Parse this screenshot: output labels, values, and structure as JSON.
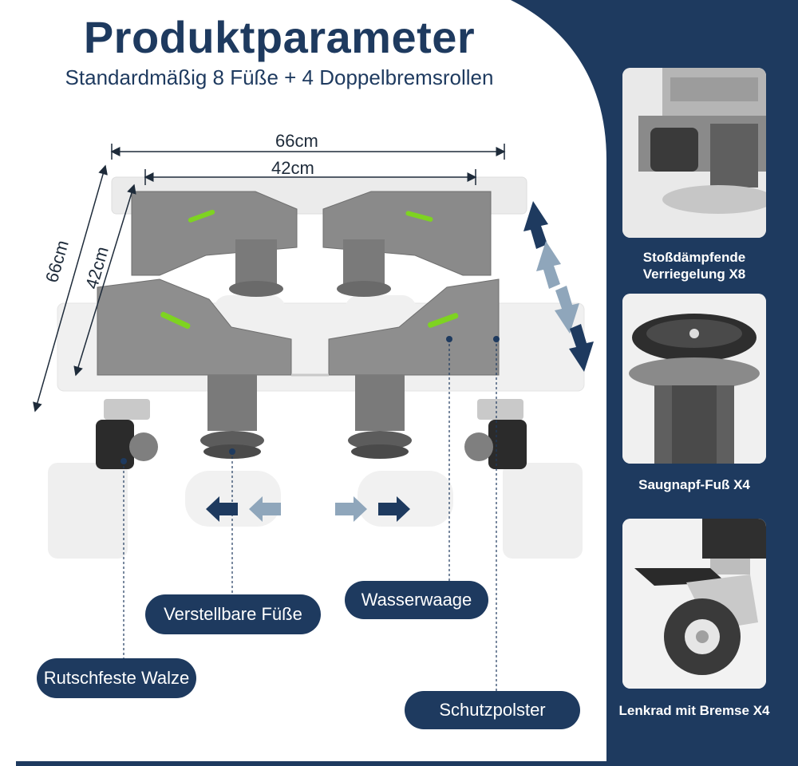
{
  "header": {
    "title": "Produktparameter",
    "subtitle": "Standardmäßig 8 Füße + 4 Doppelbremsrollen"
  },
  "dimensions": {
    "outer_width": "66cm",
    "inner_width": "42cm",
    "outer_depth": "66cm",
    "inner_depth": "42cm"
  },
  "callouts": {
    "adjustable_feet": "Verstellbare Füße",
    "level": "Wasserwaage",
    "roller": "Rutschfeste Walze",
    "pad": "Schutzpolster"
  },
  "side_panels": [
    {
      "label": "Stoßdämpfende Verriegelung X8",
      "icon": "locking-latch"
    },
    {
      "label": "Saugnapf-Fuß X4",
      "icon": "suction-cup-foot"
    },
    {
      "label": "Lenkrad mit Bremse X4",
      "icon": "caster-wheel-brake"
    }
  ],
  "colors": {
    "navy": "#1e3a5f",
    "product_gray": "#8a8a8a",
    "accent_green": "#7ed321",
    "arrow_light": "#8fa6bb"
  }
}
